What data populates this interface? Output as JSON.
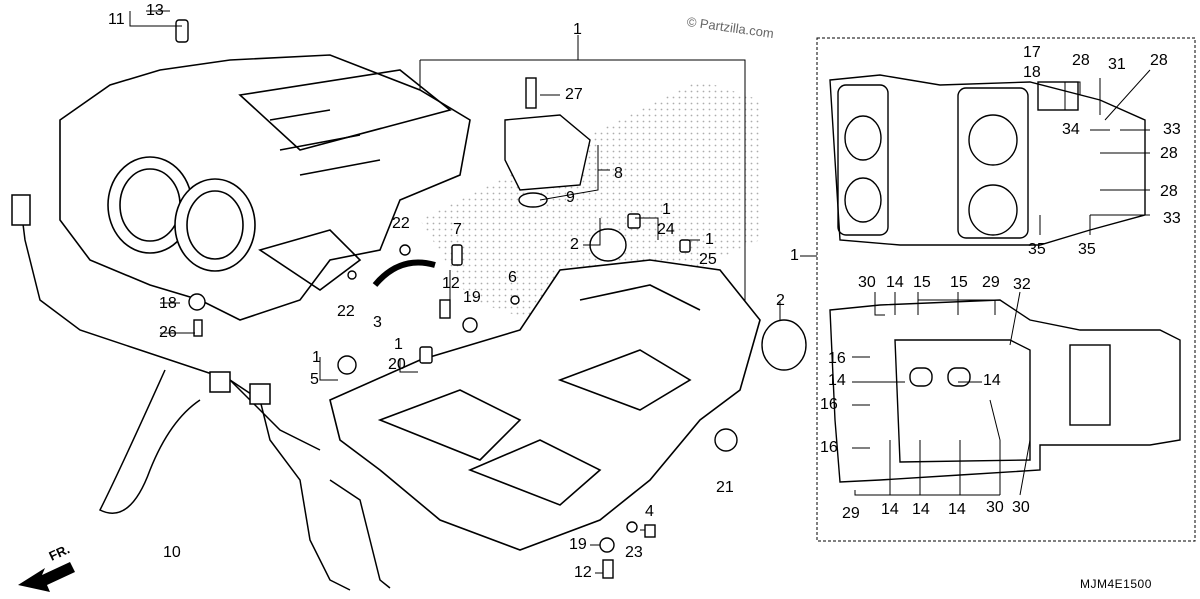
{
  "watermark": "© Partzilla.com",
  "diagram_code": "MJM4E1500",
  "front_arrow": "FR.",
  "callouts": [
    {
      "id": "c13",
      "text": "13"
    },
    {
      "id": "c11",
      "text": "11"
    },
    {
      "id": "c1a",
      "text": "1"
    },
    {
      "id": "c27",
      "text": "27"
    },
    {
      "id": "c8",
      "text": "8"
    },
    {
      "id": "c9",
      "text": "9"
    },
    {
      "id": "c1b",
      "text": "1"
    },
    {
      "id": "c24",
      "text": "24"
    },
    {
      "id": "c2a",
      "text": "2"
    },
    {
      "id": "c1c",
      "text": "1"
    },
    {
      "id": "c25",
      "text": "25"
    },
    {
      "id": "c22a",
      "text": "22"
    },
    {
      "id": "c7",
      "text": "7"
    },
    {
      "id": "c6",
      "text": "6"
    },
    {
      "id": "c22b",
      "text": "22"
    },
    {
      "id": "c12a",
      "text": "12"
    },
    {
      "id": "c19a",
      "text": "19"
    },
    {
      "id": "c3",
      "text": "3"
    },
    {
      "id": "c18",
      "text": "18"
    },
    {
      "id": "c26",
      "text": "26"
    },
    {
      "id": "c1d",
      "text": "1"
    },
    {
      "id": "c20",
      "text": "20"
    },
    {
      "id": "c1e",
      "text": "1"
    },
    {
      "id": "c5",
      "text": "5"
    },
    {
      "id": "c2b",
      "text": "2"
    },
    {
      "id": "c21",
      "text": "21"
    },
    {
      "id": "c4",
      "text": "4"
    },
    {
      "id": "c19b",
      "text": "19"
    },
    {
      "id": "c23",
      "text": "23"
    },
    {
      "id": "c12b",
      "text": "12"
    },
    {
      "id": "c10",
      "text": "10"
    },
    {
      "id": "c1f",
      "text": "1"
    },
    {
      "id": "r17",
      "text": "17"
    },
    {
      "id": "r18",
      "text": "18"
    },
    {
      "id": "r28a",
      "text": "28"
    },
    {
      "id": "r31",
      "text": "31"
    },
    {
      "id": "r28b",
      "text": "28"
    },
    {
      "id": "r34",
      "text": "34"
    },
    {
      "id": "r33a",
      "text": "33"
    },
    {
      "id": "r28c",
      "text": "28"
    },
    {
      "id": "r28d",
      "text": "28"
    },
    {
      "id": "r33b",
      "text": "33"
    },
    {
      "id": "r35a",
      "text": "35"
    },
    {
      "id": "r35b",
      "text": "35"
    },
    {
      "id": "r30a",
      "text": "30"
    },
    {
      "id": "r14a",
      "text": "14"
    },
    {
      "id": "r15a",
      "text": "15"
    },
    {
      "id": "r15b",
      "text": "15"
    },
    {
      "id": "r29a",
      "text": "29"
    },
    {
      "id": "r32",
      "text": "32"
    },
    {
      "id": "r16a",
      "text": "16"
    },
    {
      "id": "r14b",
      "text": "14"
    },
    {
      "id": "r14c",
      "text": "14"
    },
    {
      "id": "r16b",
      "text": "16"
    },
    {
      "id": "r16c",
      "text": "16"
    },
    {
      "id": "r29b",
      "text": "29"
    },
    {
      "id": "r14d",
      "text": "14"
    },
    {
      "id": "r14e",
      "text": "14"
    },
    {
      "id": "r14f",
      "text": "14"
    },
    {
      "id": "r30b",
      "text": "30"
    },
    {
      "id": "r30c",
      "text": "30"
    }
  ]
}
